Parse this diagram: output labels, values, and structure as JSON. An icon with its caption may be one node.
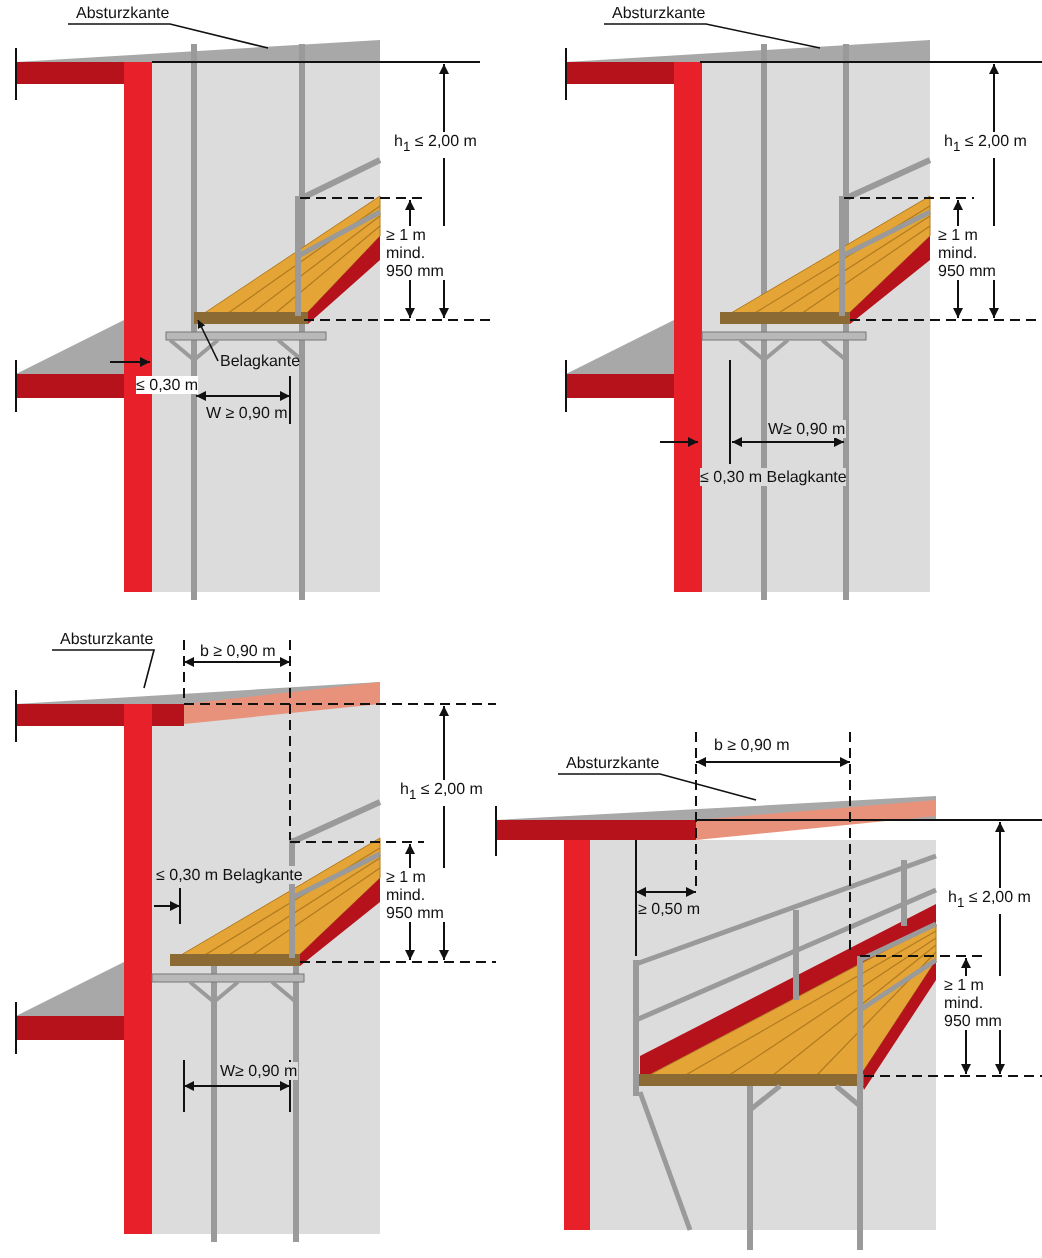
{
  "diagram": {
    "nodes": [
      {
        "text": [
          "Absturzkante"
        ]
      },
      {
        "text": [
          "Belagkante"
        ]
      },
      {
        "text": [
          "Absturzkante"
        ]
      },
      {
        "text": [
          "Absturzkante"
        ]
      },
      {
        "text": [
          "Absturzkante"
        ]
      }
    ],
    "edges": [
      {
        "from": 0,
        "to": null,
        "arrow": "none"
      },
      {
        "from": 1,
        "to": null,
        "arrow": "to"
      },
      {
        "from": 2,
        "to": null,
        "arrow": "none"
      },
      {
        "from": 3,
        "to": null,
        "arrow": "none"
      },
      {
        "from": 4,
        "to": null,
        "arrow": "none"
      }
    ],
    "labels": [
      "h$_{1}$ ≤ 2,00 m",
      "≥ 1 m mind. 950 mm",
      "≤ 0,30 m",
      "W ≥ 0,90 m",
      "h$_{1}$ ≤ 2,00 m",
      "≥ 1 m mind. 950 mm",
      "W≥ 0,90 m",
      "≤ 0,30 m Belagkante",
      "b ≥ 0,90 m",
      "h$_{1}$ ≤ 2,00 m",
      "≤ 0,30 m Belagkante",
      "≥ 1 m mind. 950 mm",
      "W≥ 0,90 m",
      "b ≥ 0,90 m",
      "≥ 0,50 m",
      "h$_{1}$ ≤ 2,00 m",
      "≥ 1 m mind. 950 mm"
    ]
  }
}
